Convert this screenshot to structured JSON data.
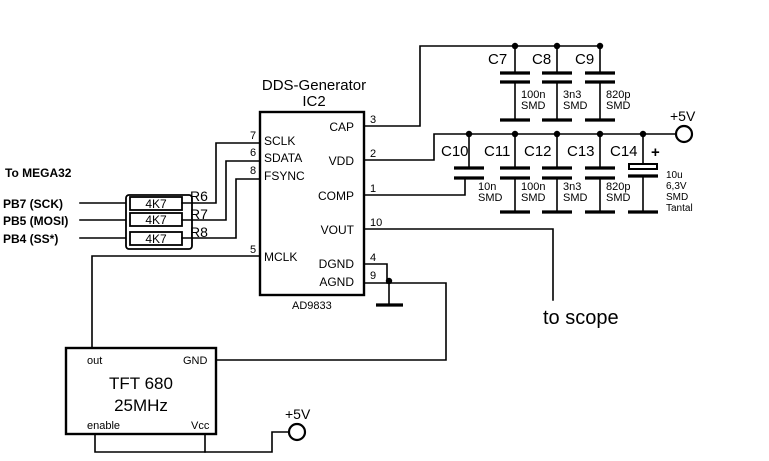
{
  "ic": {
    "title": "DDS-Generator",
    "ref": "IC2",
    "part": "AD9833",
    "pins_left": [
      {
        "num": "7",
        "name": "SCLK"
      },
      {
        "num": "6",
        "name": "SDATA"
      },
      {
        "num": "8",
        "name": "FSYNC"
      },
      {
        "num": "5",
        "name": "MCLK"
      }
    ],
    "pins_right": [
      {
        "num": "3",
        "name": "CAP"
      },
      {
        "num": "2",
        "name": "VDD"
      },
      {
        "num": "1",
        "name": "COMP"
      },
      {
        "num": "10",
        "name": "VOUT"
      },
      {
        "num": "4",
        "name": "DGND"
      },
      {
        "num": "9",
        "name": "AGND"
      }
    ]
  },
  "mcu": {
    "title": "To MEGA32",
    "signals": [
      "PB7 (SCK)",
      "PB5 (MOSI)",
      "PB4 (SS*)"
    ]
  },
  "resistors": [
    {
      "ref": "R6",
      "value": "4K7"
    },
    {
      "ref": "R7",
      "value": "4K7"
    },
    {
      "ref": "R8",
      "value": "4K7"
    }
  ],
  "caps_top": [
    {
      "ref": "C7",
      "value": "100n",
      "type": "SMD"
    },
    {
      "ref": "C8",
      "value": "3n3",
      "type": "SMD"
    },
    {
      "ref": "C9",
      "value": "820p",
      "type": "SMD"
    }
  ],
  "caps_bottom": [
    {
      "ref": "C10",
      "value": "10n",
      "type": "SMD"
    },
    {
      "ref": "C11",
      "value": "100n",
      "type": "SMD"
    },
    {
      "ref": "C12",
      "value": "3n3",
      "type": "SMD"
    },
    {
      "ref": "C13",
      "value": "820p",
      "type": "SMD"
    },
    {
      "ref": "C14",
      "lines": [
        "10u",
        "6,3V",
        "SMD",
        "Tantal"
      ],
      "polarity": "+"
    }
  ],
  "supply_label": "+5V",
  "scope_label": "to scope",
  "oscillator": {
    "title": "TFT 680",
    "freq": "25MHz",
    "pins": {
      "out": "out",
      "gnd": "GND",
      "enable": "enable",
      "vcc": "Vcc"
    }
  }
}
